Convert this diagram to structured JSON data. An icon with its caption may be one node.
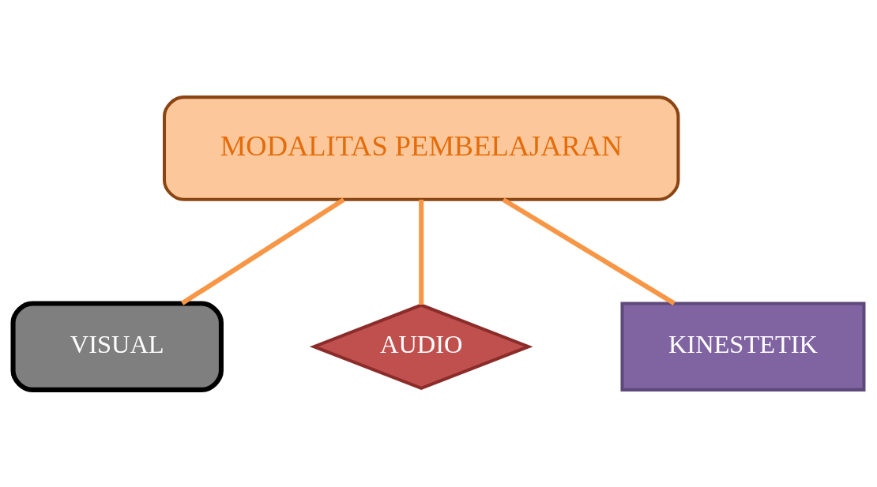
{
  "diagram": {
    "nodes": [
      {
        "text": [
          "MODALITAS PEMBELAJARAN"
        ]
      },
      {
        "text": [
          "VISUAL"
        ]
      },
      {
        "text": [
          "AUDIO"
        ]
      },
      {
        "text": [
          "KINESTETIK"
        ]
      }
    ],
    "edges": [
      {
        "from": 0,
        "to": 1,
        "arrow": "none"
      },
      {
        "from": 0,
        "to": 2,
        "arrow": "none"
      },
      {
        "from": 0,
        "to": 3,
        "arrow": "none"
      }
    ]
  }
}
